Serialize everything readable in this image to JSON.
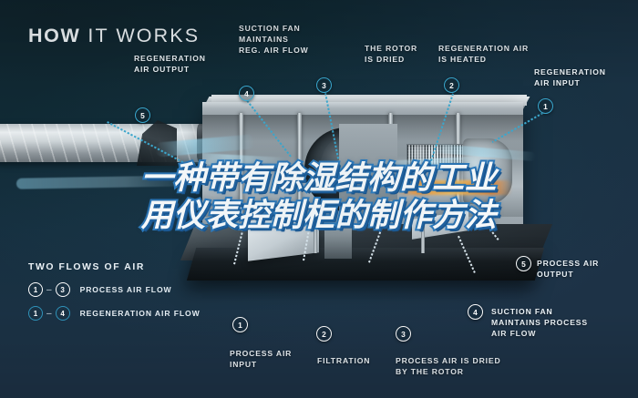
{
  "headline": {
    "bold": "HOW",
    "rest": "IT WORKS"
  },
  "overlay_title": {
    "line1": "一种带有除湿结构的工业",
    "line2": "用仪表控制柜的制作方法"
  },
  "callouts": {
    "regeneration_air_output": {
      "label": "REGENERATION\nAIR OUTPUT",
      "badge": "5",
      "style": "blue"
    },
    "suction_fan_reg": {
      "label": "SUCTION FAN\nMAINTAINS\nREG. AIR FLOW",
      "badge": "4",
      "style": "blue"
    },
    "rotor_dried": {
      "label": "THE ROTOR\nIS DRIED",
      "badge": "3",
      "style": "blue"
    },
    "regen_air_heated": {
      "label": "REGENERATION AIR\nIS HEATED",
      "badge": "2",
      "style": "blue"
    },
    "regen_air_input": {
      "label": "REGENERATION\nAIR INPUT",
      "badge": "1",
      "style": "blue"
    },
    "process_air_output": {
      "label": "PROCESS AIR\nOUTPUT",
      "badge": "5",
      "style": "white"
    },
    "suction_fan_process": {
      "label": "SUCTION FAN\nMAINTAINS PROCESS\nAIR FLOW",
      "badge": "4",
      "style": "white"
    },
    "process_air_input": {
      "label": "PROCESS AIR\nINPUT",
      "badge": "1",
      "style": "white"
    },
    "filtration": {
      "label": "FILTRATION",
      "badge": "2",
      "style": "white"
    },
    "process_air_dried": {
      "label": "PROCESS AIR IS DRIED\nBY THE ROTOR",
      "badge": "3",
      "style": "white"
    }
  },
  "legend": {
    "title": "TWO FLOWS OF AIR",
    "rows": [
      {
        "from": "1",
        "to": "3",
        "dash": "–",
        "label": "PROCESS AIR FLOW",
        "style": "white"
      },
      {
        "from": "1",
        "to": "4",
        "dash": "–",
        "label": "REGENERATION AIR FLOW",
        "style": "blue"
      }
    ]
  },
  "colors": {
    "background_dark": "#10252e",
    "background_light": "#1d3246",
    "accent_blue": "#39a8cf",
    "accent_title_outline": "#2f7fc4",
    "text_light": "#eef4f8",
    "heater_orange": "#ff8c1a"
  },
  "illustration": {
    "name": "desiccant-dehumidifier-cutaway",
    "parts": [
      "spiral-air-duct",
      "cabinet-housing",
      "desiccant-rotor-wheel",
      "honeycomb-filter-panel",
      "electric-heater-coil",
      "suction-fan-housing",
      "equipment-base-plinth"
    ]
  }
}
